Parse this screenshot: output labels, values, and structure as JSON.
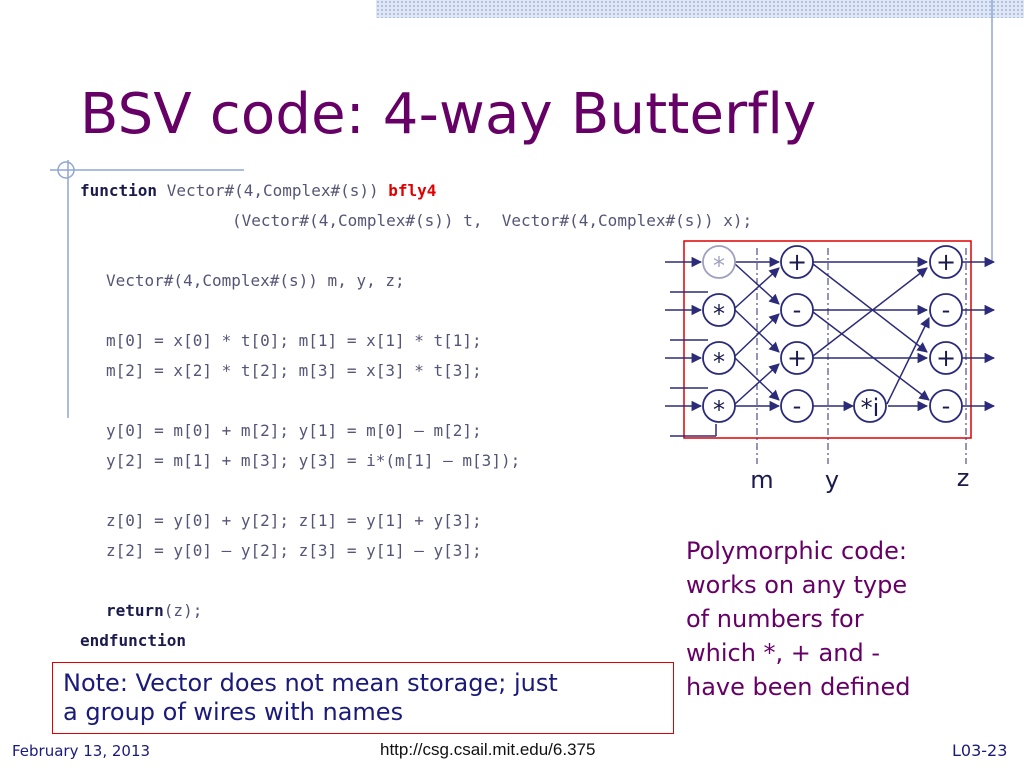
{
  "slide": {
    "title": "BSV code: 4-way Butterfly",
    "code": {
      "l1": {
        "kw": "function",
        "sig": " Vector#(4,Complex#(s)) ",
        "fname": "bfly4"
      },
      "l2": "(Vector#(4,Complex#(s)) t,  Vector#(4,Complex#(s)) x);",
      "l3": "Vector#(4,Complex#(s)) m, y, z;",
      "l4": "m[0] = x[0] * t[0]; m[1] = x[1] * t[1];",
      "l5": "m[2] = x[2] * t[2]; m[3] = x[3] * t[3];",
      "l6": "y[0] = m[0] + m[2]; y[1] = m[0] – m[2];",
      "l7": "y[2] = m[1] + m[3]; y[3] = i*(m[1] – m[3]);",
      "l8": "z[0] = y[0] + y[2]; z[1] = y[1] + y[3];",
      "l9": "z[2] = y[0] – y[2]; z[3] = y[1] – y[3];",
      "l10": {
        "kw": "return",
        "rest": "(z);"
      },
      "l11": "endfunction"
    },
    "diagram": {
      "mult_ops": [
        "*",
        "*",
        "*",
        "*"
      ],
      "stage1_ops": [
        "+",
        "-",
        "+",
        "-"
      ],
      "twiddle_op": "*i",
      "stage2_ops": [
        "+",
        "-",
        "+",
        "-"
      ],
      "labels": {
        "m": "m",
        "y": "y",
        "z": "z"
      }
    },
    "polymorphic_note": [
      "Polymorphic code:",
      "works on any type",
      "of numbers for",
      "which *, + and -",
      "have been defined"
    ],
    "vector_note": [
      "Note: Vector does not mean storage; just",
      "a group of wires with names"
    ],
    "footer": {
      "date": "February 13, 2013",
      "url": "http://csg.csail.mit.edu/6.375",
      "page": "L03-23"
    }
  },
  "colors": {
    "title": "#660066",
    "code": "#555577",
    "keyword": "#1a1a4d",
    "function_name": "#e00000",
    "diagram": "#2b2b7a",
    "highlight_box": "#e00000",
    "footer": "#1a1a7a"
  }
}
